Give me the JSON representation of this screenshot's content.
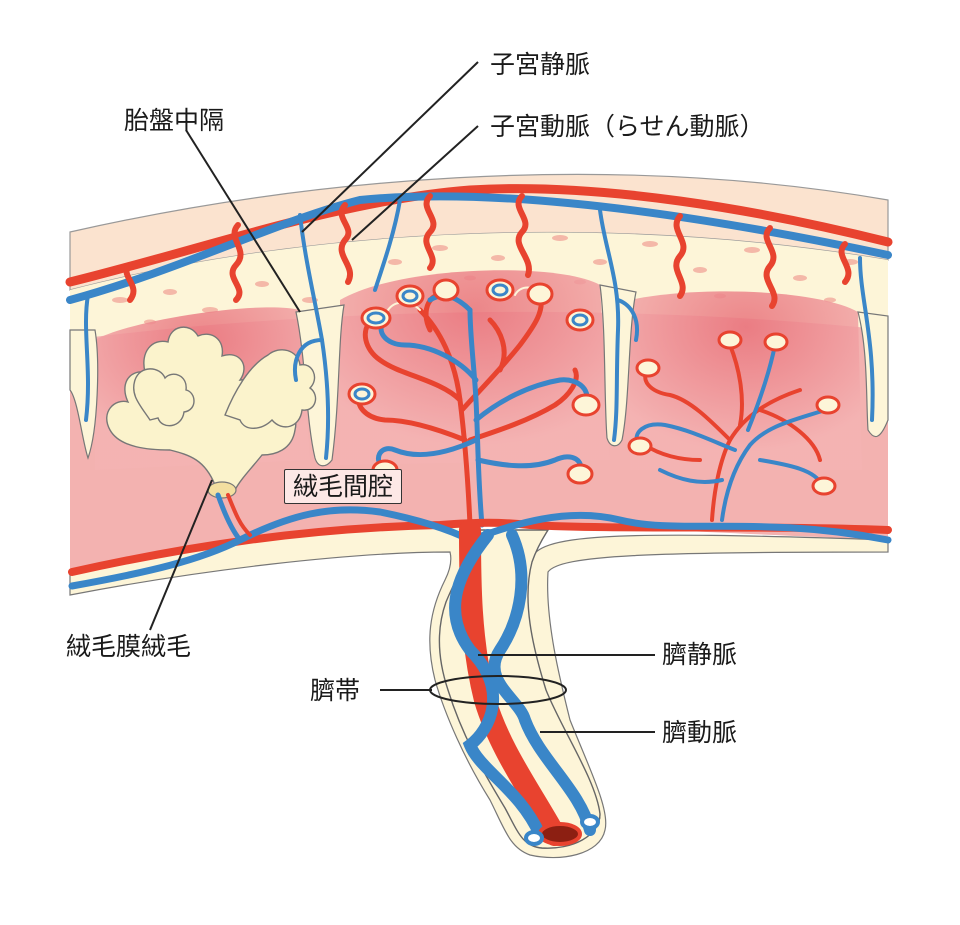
{
  "labels": {
    "uterine_vein": "子宮静脈",
    "uterine_artery": "子宮動脈（らせん動脈）",
    "placental_septum": "胎盤中隔",
    "intervillous_space": "絨毛間腔",
    "chorionic_villi": "絨毛膜絨毛",
    "umbilical_vein": "臍静脈",
    "umbilical_cord": "臍帯",
    "umbilical_artery": "臍動脈"
  },
  "colors": {
    "artery": "#e8432f",
    "vein": "#3a86c8",
    "uterine_wall": "#fbe3cf",
    "decidua": "#fdf5d8",
    "intervillous": "#f2a9a9",
    "villus_tissue": "#fbf3cc",
    "outline": "#555555"
  },
  "icons": {
    "cord_ring": "ellipse-ring-icon"
  }
}
